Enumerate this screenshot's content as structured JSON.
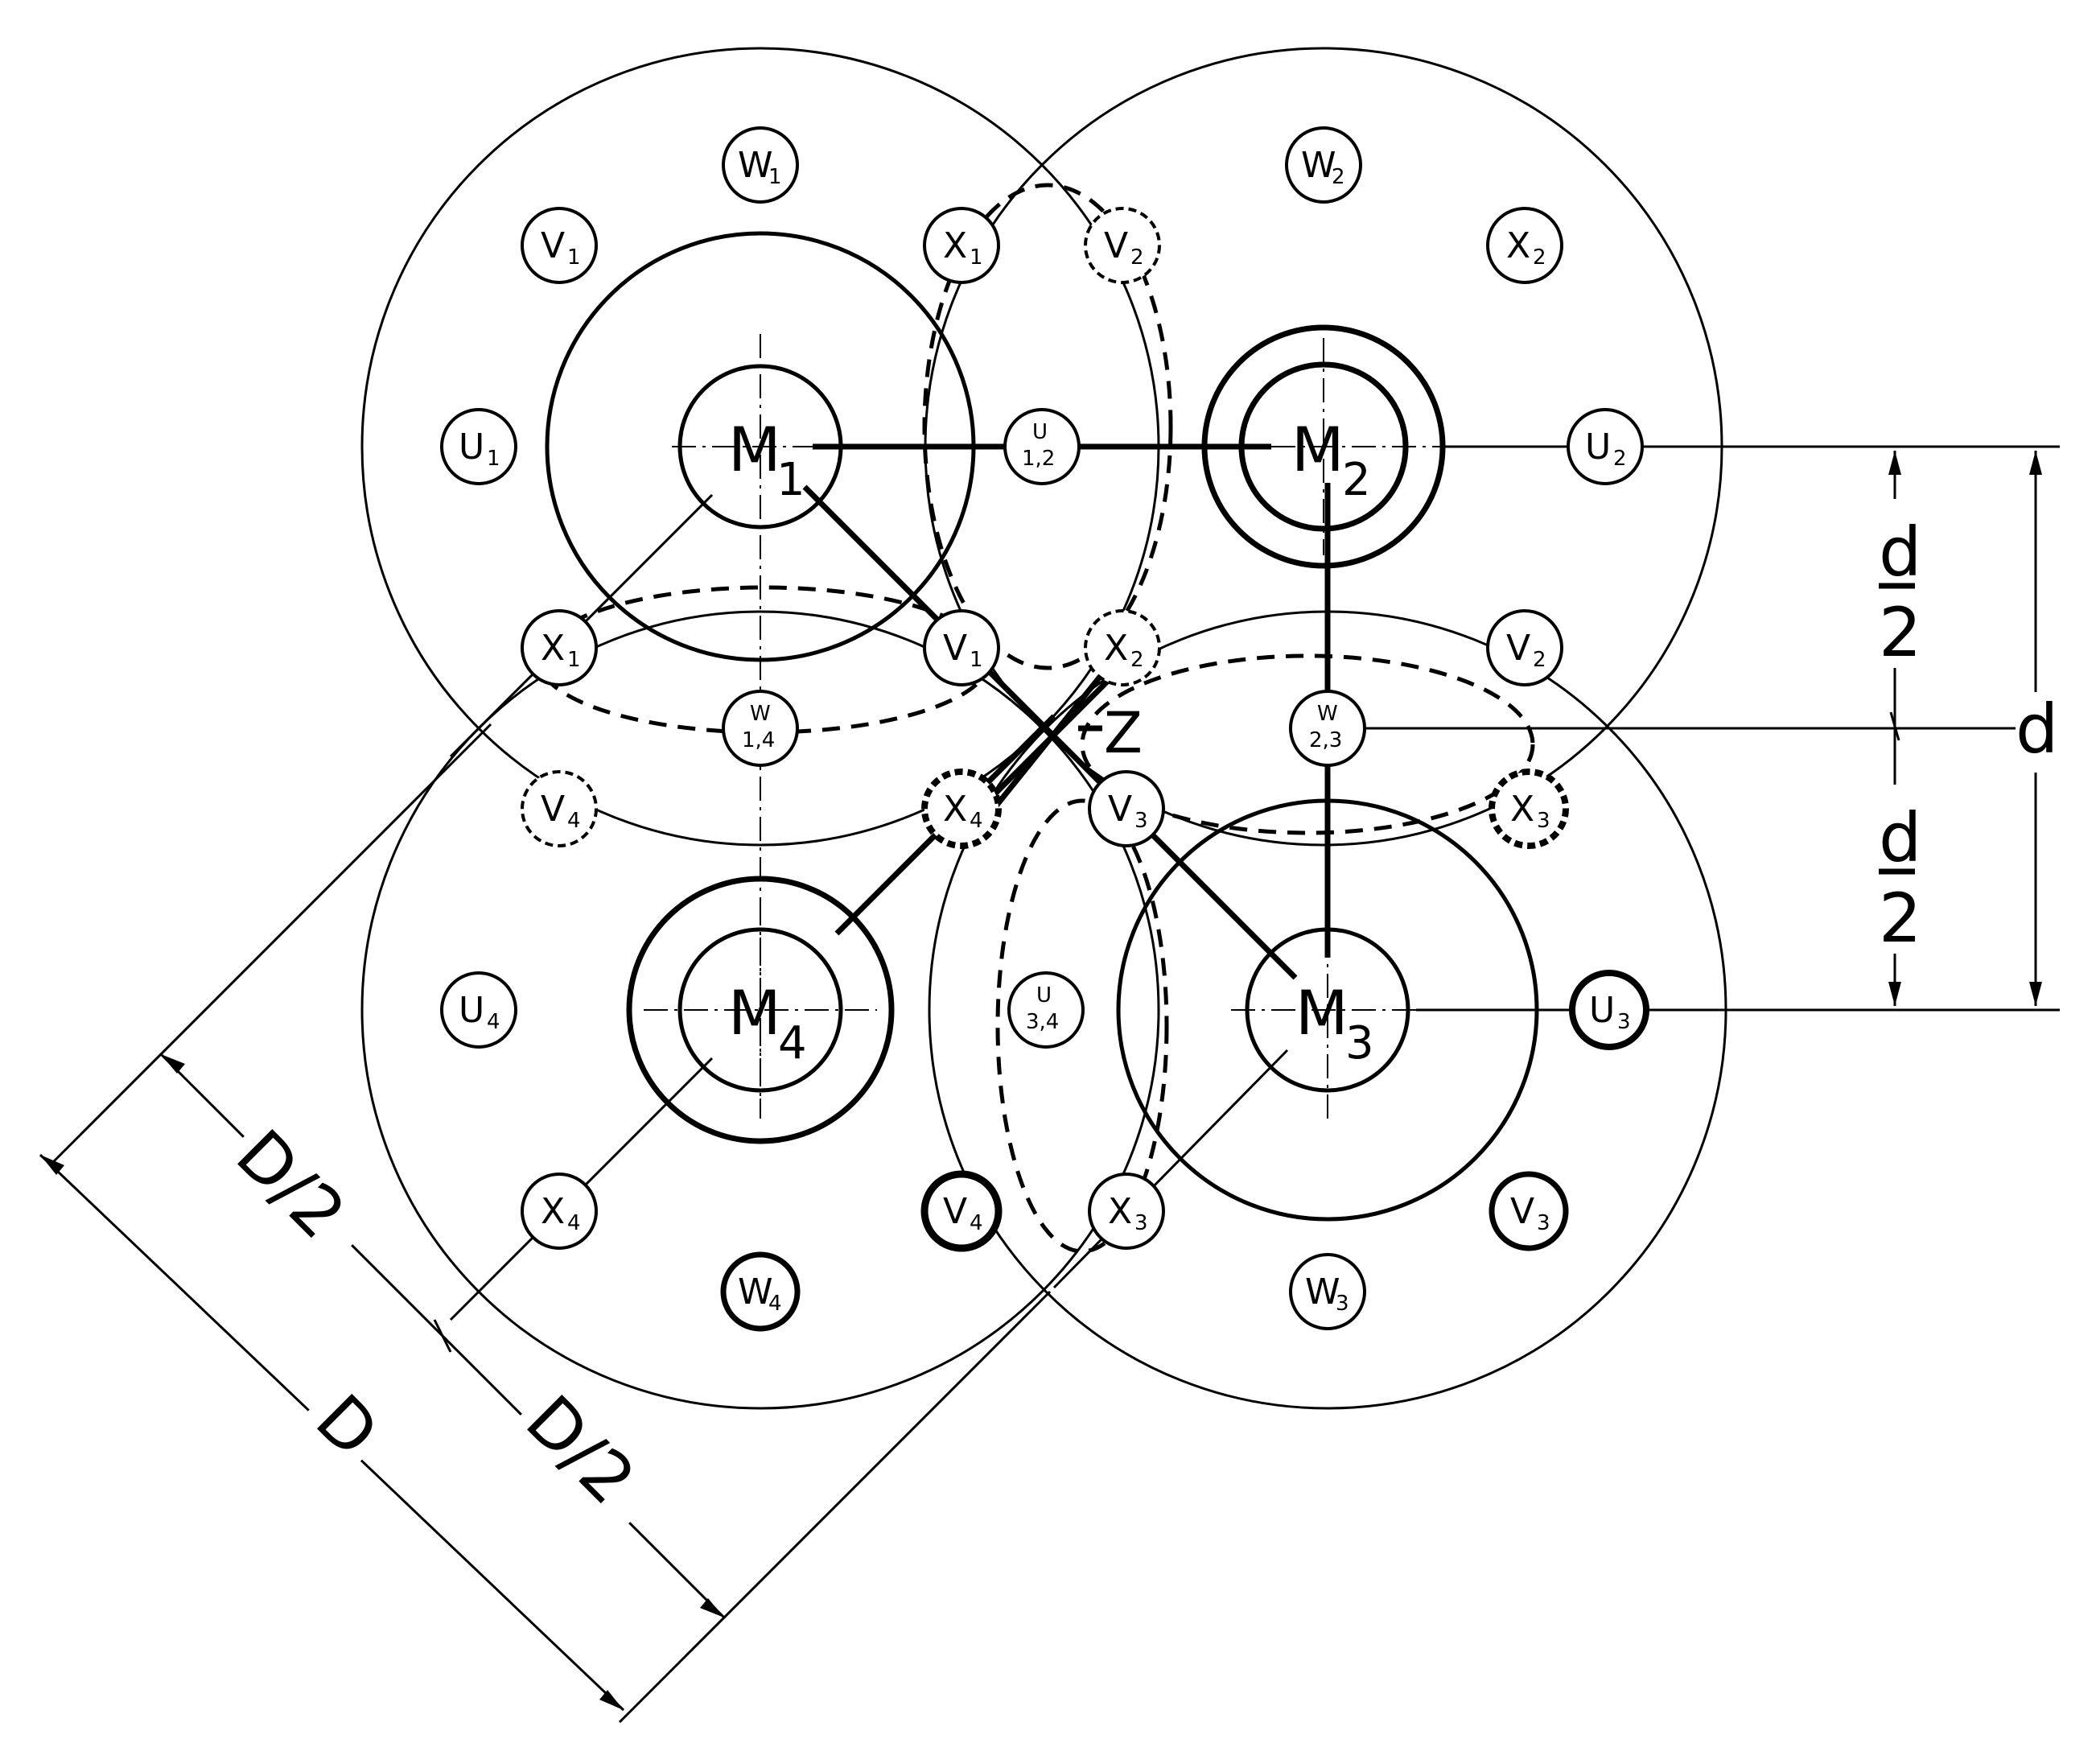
{
  "centers": {
    "m1": {
      "main": "M",
      "sub": "1"
    },
    "m2": {
      "main": "M",
      "sub": "2"
    },
    "m3": {
      "main": "M",
      "sub": "3"
    },
    "m4": {
      "main": "M",
      "sub": "4"
    }
  },
  "holes": {
    "w1": {
      "main": "W",
      "sub": "1"
    },
    "v1a": {
      "main": "V",
      "sub": "1"
    },
    "x1a": {
      "main": "X",
      "sub": "1"
    },
    "u1": {
      "main": "U",
      "sub": "1"
    },
    "x1b": {
      "main": "X",
      "sub": "1"
    },
    "v1b": {
      "main": "V",
      "sub": "1"
    },
    "w2": {
      "main": "W",
      "sub": "2"
    },
    "v2a": {
      "main": "V",
      "sub": "2"
    },
    "x2a": {
      "main": "X",
      "sub": "2"
    },
    "u2": {
      "main": "U",
      "sub": "2"
    },
    "x2b": {
      "main": "X",
      "sub": "2"
    },
    "v2b": {
      "main": "V",
      "sub": "2"
    },
    "v4a": {
      "main": "V",
      "sub": "4"
    },
    "u4": {
      "main": "U",
      "sub": "4"
    },
    "x4a": {
      "main": "X",
      "sub": "4"
    },
    "x4b": {
      "main": "X",
      "sub": "4"
    },
    "v4b": {
      "main": "V",
      "sub": "4"
    },
    "w4": {
      "main": "W",
      "sub": "4"
    },
    "x3a": {
      "main": "X",
      "sub": "3"
    },
    "v3a": {
      "main": "V",
      "sub": "3"
    },
    "u3": {
      "main": "U",
      "sub": "3"
    },
    "v3b": {
      "main": "V",
      "sub": "3"
    },
    "w3": {
      "main": "W",
      "sub": "3"
    },
    "x3b": {
      "main": "X",
      "sub": "3"
    }
  },
  "shared_holes": {
    "u12": {
      "main": "U",
      "sub": "1,2"
    },
    "w14": {
      "main": "W",
      "sub": "1,4"
    },
    "w23": {
      "main": "W",
      "sub": "2,3"
    },
    "u34": {
      "main": "U",
      "sub": "3,4"
    }
  },
  "point_z": "Z",
  "dimensions": {
    "d_half_top": {
      "num": "d",
      "den": "2"
    },
    "d_half_bottom": {
      "num": "d",
      "den": "2"
    },
    "d_full": "d",
    "D_half_upper": "D/2",
    "D_full": "D",
    "D_half_lower": "D/2"
  }
}
